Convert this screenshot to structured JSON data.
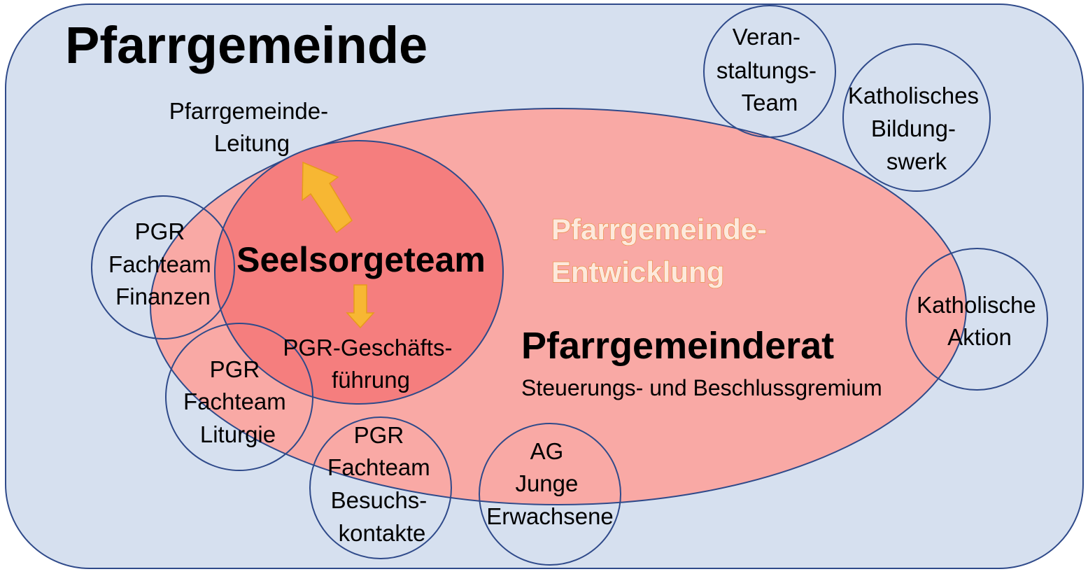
{
  "title": "Pfarrgemeinde",
  "leitung": {
    "line1": "Pfarrgemeinde-",
    "line2": "Leitung"
  },
  "seelsorgeteam": "Seelsorgeteam",
  "geschaeftsfuehrung": {
    "line1": "PGR-Geschäfts-",
    "line2": "führung"
  },
  "entwicklung": {
    "line1": "Pfarrgemeinde-",
    "line2": "Entwicklung"
  },
  "pfarrgemeinderat": {
    "name": "Pfarrgemeinderat",
    "subtitle": "Steuerungs- und Beschlussgremium"
  },
  "circles": {
    "finanzen": {
      "line1": "PGR",
      "line2": "Fachteam",
      "line3": "Finanzen"
    },
    "liturgie": {
      "line1": "PGR",
      "line2": "Fachteam",
      "line3": "Liturgie"
    },
    "besuch": {
      "line1": "PGR",
      "line2": "Fachteam",
      "line3": "Besuchs-",
      "line4": "kontakte"
    },
    "junge": {
      "line1": "AG",
      "line2": "Junge",
      "line3": "Erwachsene"
    },
    "veranstaltung": {
      "line1": "Veran-",
      "line2": "staltungs-",
      "line3": "Team"
    },
    "bildung": {
      "line1": "Katholisches",
      "line2": "Bildung-",
      "line3": "swerk"
    },
    "aktion": {
      "line1": "Katholische",
      "line2": "Aktion"
    }
  },
  "colors": {
    "background": "#d6e0ef",
    "border": "#2f4a8a",
    "rat_fill": "#f9a9a5",
    "seelsorge_fill": "#f57e7e",
    "arrow": "#f7b733",
    "development_text": "#fde9dc"
  }
}
